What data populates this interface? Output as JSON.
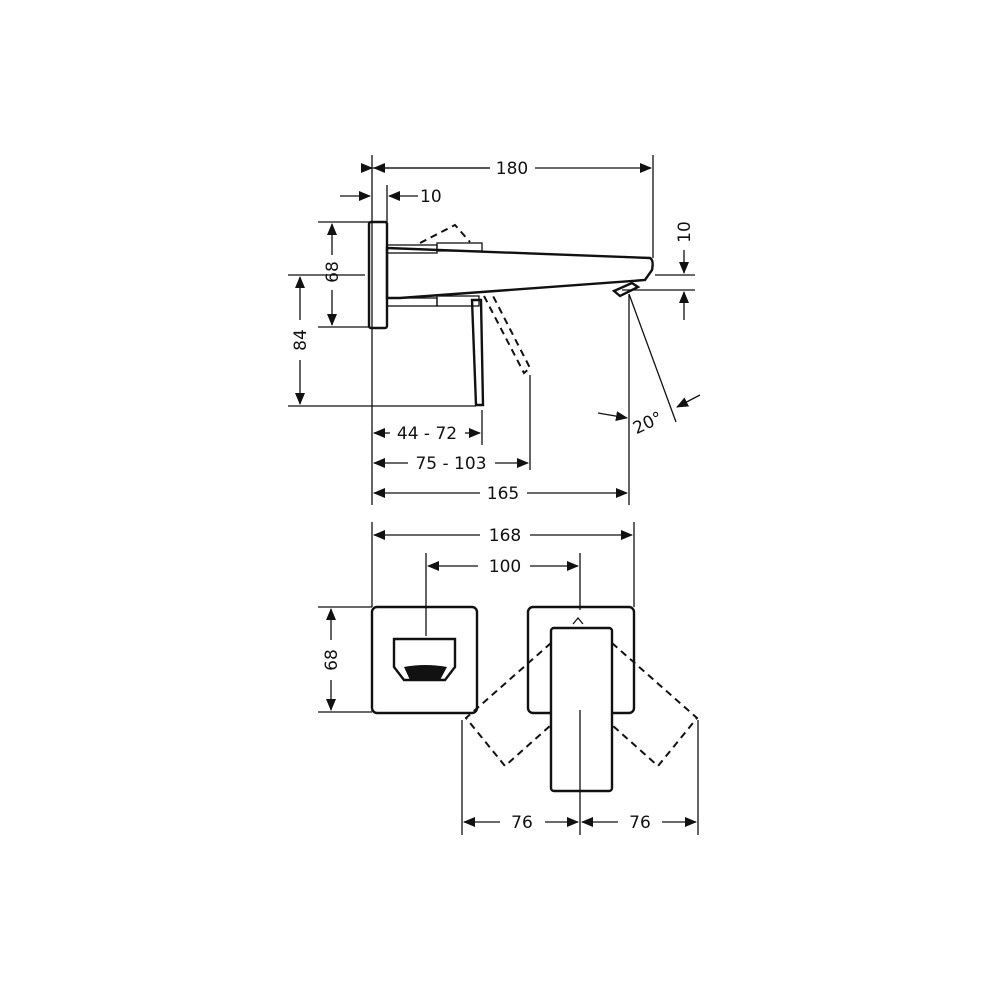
{
  "side_view": {
    "dims": {
      "overall_length": "180",
      "plate_thickness": "10",
      "plate_height": "68",
      "lever_height": "84",
      "spout_offset": "10",
      "angle": "20°",
      "lever_reach": "44 - 72",
      "lever_reach_tilted": "75 - 103",
      "spout_projection": "165"
    }
  },
  "front_view": {
    "dims": {
      "overall_width": "168",
      "center_distance": "100",
      "plate_height": "68",
      "swing_left": "76",
      "swing_right": "76"
    }
  },
  "colors": {
    "line": "#111111",
    "background": "#ffffff"
  }
}
